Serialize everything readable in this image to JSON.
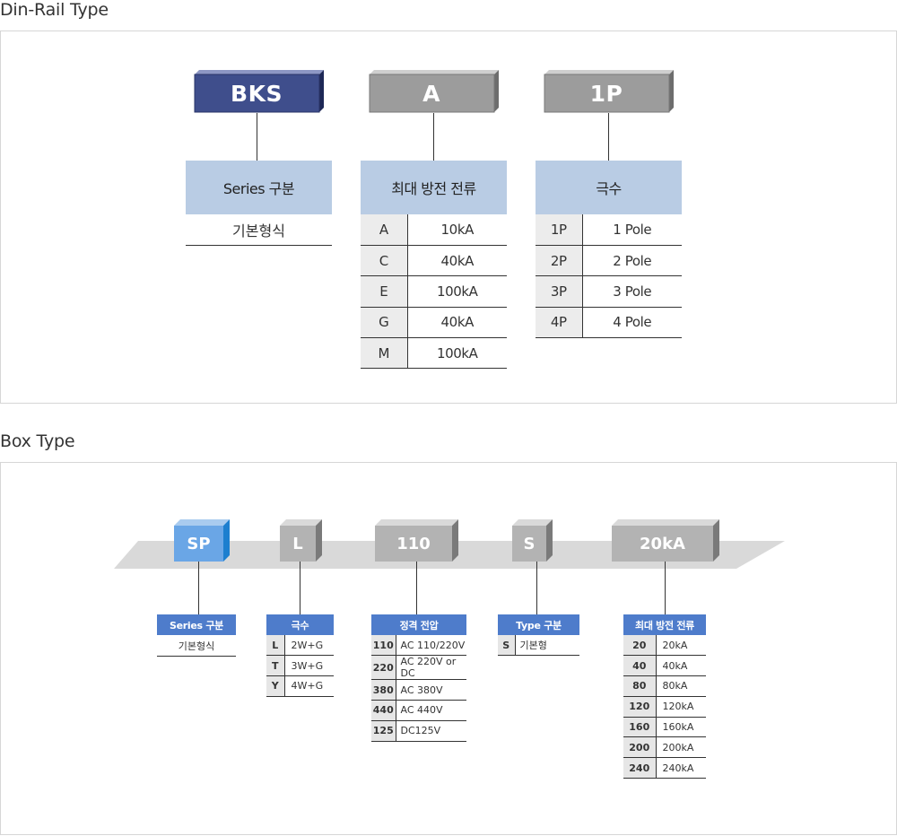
{
  "din_rail": {
    "title": "Din-Rail Type",
    "blocks": [
      {
        "label": "BKS",
        "color": "#3f4e8c"
      },
      {
        "label": "A",
        "color": "#999999"
      },
      {
        "label": "1P",
        "color": "#999999"
      }
    ],
    "series": {
      "header": "Series 구분",
      "value": "기본형식"
    },
    "current": {
      "header": "최대 방전 전류",
      "rows": [
        {
          "code": "A",
          "value": "10kA"
        },
        {
          "code": "C",
          "value": "40kA"
        },
        {
          "code": "E",
          "value": "100kA"
        },
        {
          "code": "G",
          "value": "40kA"
        },
        {
          "code": "M",
          "value": "100kA"
        }
      ]
    },
    "poles": {
      "header": "극수",
      "rows": [
        {
          "code": "1P",
          "value": "1 Pole"
        },
        {
          "code": "2P",
          "value": "2 Pole"
        },
        {
          "code": "3P",
          "value": "3 Pole"
        },
        {
          "code": "4P",
          "value": "4 Pole"
        }
      ]
    }
  },
  "box": {
    "title": "Box Type",
    "blocks": [
      {
        "label": "SP",
        "color": "#6aa6e6"
      },
      {
        "label": "L",
        "color": "#b3b3b3"
      },
      {
        "label": "110",
        "color": "#b3b3b3"
      },
      {
        "label": "S",
        "color": "#b3b3b3"
      },
      {
        "label": "20kA",
        "color": "#b3b3b3"
      }
    ],
    "series": {
      "header": "Series 구분",
      "value": "기본형식"
    },
    "poles": {
      "header": "극수",
      "rows": [
        {
          "code": "L",
          "value": "2W+G"
        },
        {
          "code": "T",
          "value": "3W+G"
        },
        {
          "code": "Y",
          "value": "4W+G"
        }
      ]
    },
    "voltage": {
      "header": "정격 전압",
      "rows": [
        {
          "code": "110",
          "value": "AC 110/220V"
        },
        {
          "code": "220",
          "value": "AC 220V or DC"
        },
        {
          "code": "380",
          "value": "AC 380V"
        },
        {
          "code": "440",
          "value": "AC 440V"
        },
        {
          "code": "125",
          "value": "DC125V"
        }
      ]
    },
    "type": {
      "header": "Type 구분",
      "rows": [
        {
          "code": "S",
          "value": "기본형"
        }
      ]
    },
    "current": {
      "header": "최대 방전 전류",
      "rows": [
        {
          "code": "20",
          "value": "20kA"
        },
        {
          "code": "40",
          "value": "40kA"
        },
        {
          "code": "80",
          "value": "80kA"
        },
        {
          "code": "120",
          "value": "120kA"
        },
        {
          "code": "160",
          "value": "160kA"
        },
        {
          "code": "200",
          "value": "200kA"
        },
        {
          "code": "240",
          "value": "240kA"
        }
      ]
    }
  }
}
